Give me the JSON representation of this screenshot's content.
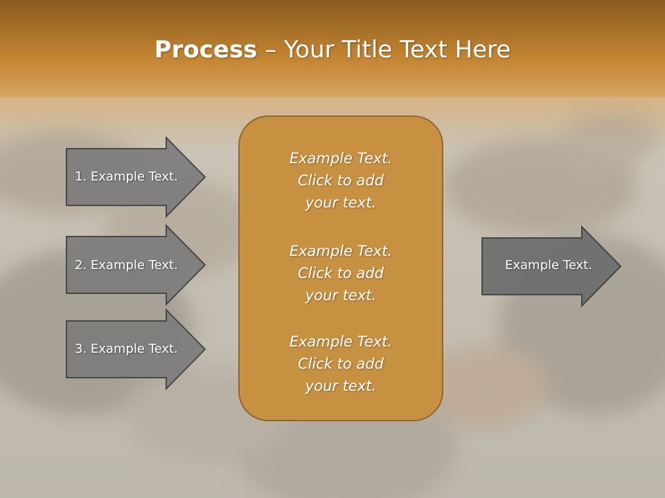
{
  "title": {
    "bold": "Process",
    "rest": " – Your Title Text Here"
  },
  "left_arrows": [
    "1. Example Text.",
    "2. Example Text.",
    "3. Example Text."
  ],
  "center_box": {
    "blocks": [
      [
        "Example Text.",
        "Click  to add",
        "your text."
      ],
      [
        "Example Text.",
        "Click  to add",
        "your text."
      ],
      [
        "Example Text.",
        "Click  to add",
        "your text."
      ]
    ]
  },
  "right_arrow": "Example Text.",
  "colors": {
    "accent": "#C8903E",
    "arrow_fill": "#7D7D7D",
    "arrow_stroke": "#404040"
  }
}
